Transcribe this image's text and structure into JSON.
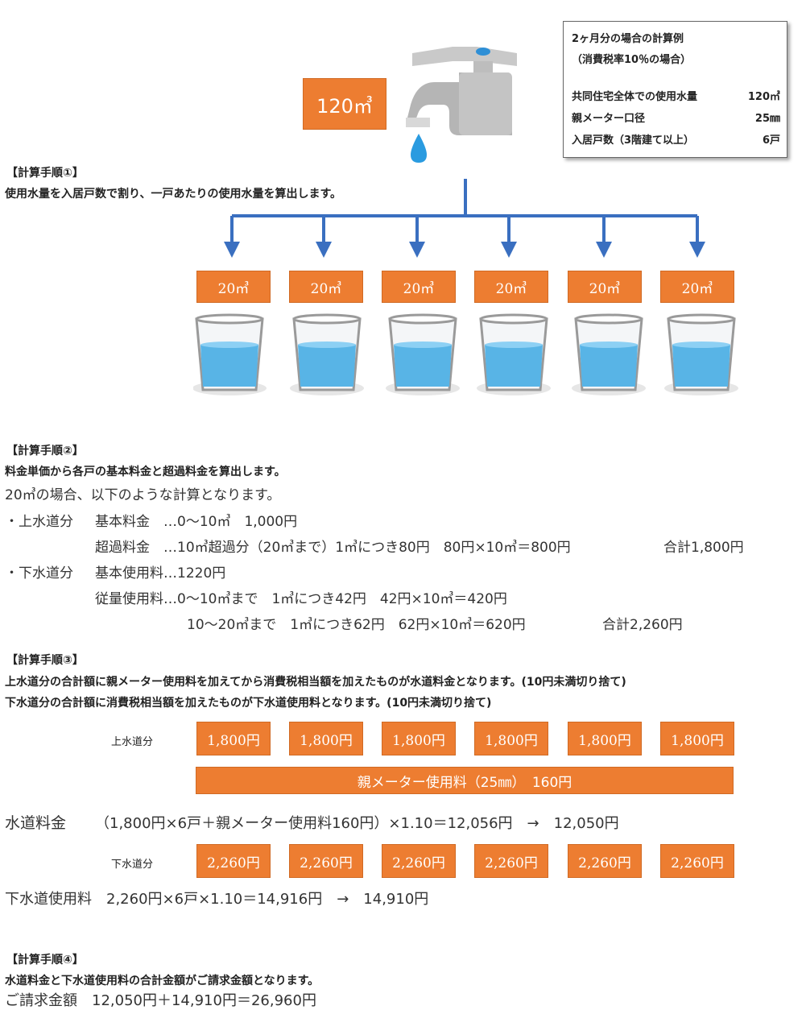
{
  "faucet_volume": "120㎥",
  "info": {
    "title": "2ヶ月分の場合の計算例",
    "subtitle": "（消費税率10％の場合）",
    "rows": [
      {
        "label": "共同住宅全体での使用水量",
        "value": "120㎥"
      },
      {
        "label": "親メーター口径",
        "value": "25㎜"
      },
      {
        "label": "入居戸数（3階建て以上）",
        "value": "6戸"
      }
    ]
  },
  "step1": {
    "heading": "【計算手順①】",
    "text": "使用水量を入居戸数で割り、一戸あたりの使用水量を算出します。",
    "units": [
      "20㎥",
      "20㎥",
      "20㎥",
      "20㎥",
      "20㎥",
      "20㎥"
    ]
  },
  "step2": {
    "heading": "【計算手順②】",
    "text": "料金単価から各戸の基本料金と超過料金を算出します。",
    "intro": "20㎥の場合、以下のような計算となります。",
    "water_label": "・上水道分",
    "water_line1": "基本料金　…0～10㎥　1,000円",
    "water_line2": "超過料金　…10㎥超過分（20㎥まで）1㎥につき80円　80円×10㎥＝800円",
    "water_total": "合計1,800円",
    "sewer_label": "・下水道分",
    "sewer_line1": "基本使用料…1220円",
    "sewer_line2": "従量使用料…0～10㎥まで　1㎥につき42円　42円×10㎥＝420円",
    "sewer_line3": "10～20㎥まで　1㎥につき62円　62円×10㎥＝620円",
    "sewer_total": "合計2,260円"
  },
  "step3": {
    "heading": "【計算手順③】",
    "text1": "上水道分の合計額に親メーター使用料を加えてから消費税相当額を加えたものが水道料金となります。(10円未満切り捨て)",
    "text2": "下水道分の合計額に消費税相当額を加えたものが下水道使用料となります。(10円未満切り捨て)",
    "water_label": "上水道分",
    "water_boxes": [
      "1,800円",
      "1,800円",
      "1,800円",
      "1,800円",
      "1,800円",
      "1,800円"
    ],
    "meter_bar": "親メーター使用料（25㎜）　160円",
    "water_calc_label": "水道料金",
    "water_calc": "（1,800円×6戸＋親メーター使用料160円）×1.10＝12,056円　→　12,050円",
    "sewer_label": "下水道分",
    "sewer_boxes": [
      "2,260円",
      "2,260円",
      "2,260円",
      "2,260円",
      "2,260円",
      "2,260円"
    ],
    "sewer_calc": "下水道使用料　2,260円×6戸×1.10＝14,916円　→　14,910円"
  },
  "step4": {
    "heading": "【計算手順④】",
    "text": "水道料金と下水道使用料の合計金額がご請求金額となります。",
    "total": "ご請求金額　12,050円＋14,910円＝26,960円"
  }
}
